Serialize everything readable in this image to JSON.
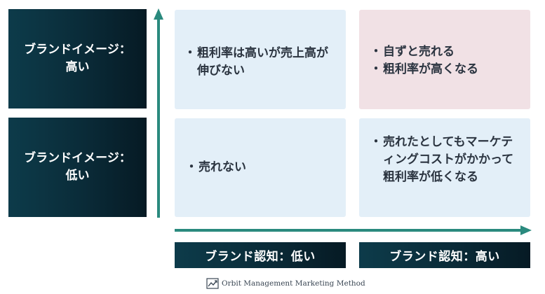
{
  "y_axis": {
    "high_label": [
      "ブランドイメージ：",
      "高い"
    ],
    "low_label": [
      "ブランドイメージ：",
      "低い"
    ]
  },
  "x_axis": {
    "low_label": "ブランド認知：低い",
    "high_label": "ブランド認知：高い"
  },
  "quadrants": {
    "high_image_low_awareness": {
      "bullet": "・",
      "items": [
        "粗利率は高いが売上高が伸びない"
      ]
    },
    "high_image_high_awareness": {
      "bullet": "・",
      "items": [
        "自ずと売れる",
        "粗利率が高くなる"
      ]
    },
    "low_image_low_awareness": {
      "bullet": "・",
      "items": [
        "売れない"
      ]
    },
    "low_image_high_awareness": {
      "bullet": "・",
      "items": [
        "売れたとしてもマーケティングコストがかかって粗利率が低くなる"
      ]
    }
  },
  "footer": {
    "brand": "Orbit Management Marketing Method",
    "icon": "trend-chart-icon"
  },
  "colors": {
    "dark_box": "#0a2b38",
    "arrow": "#2a8a7e",
    "quadrant_blue": "#e3eff8",
    "quadrant_pink": "#f1e1e5",
    "quadrant_text": "#2b3440"
  }
}
